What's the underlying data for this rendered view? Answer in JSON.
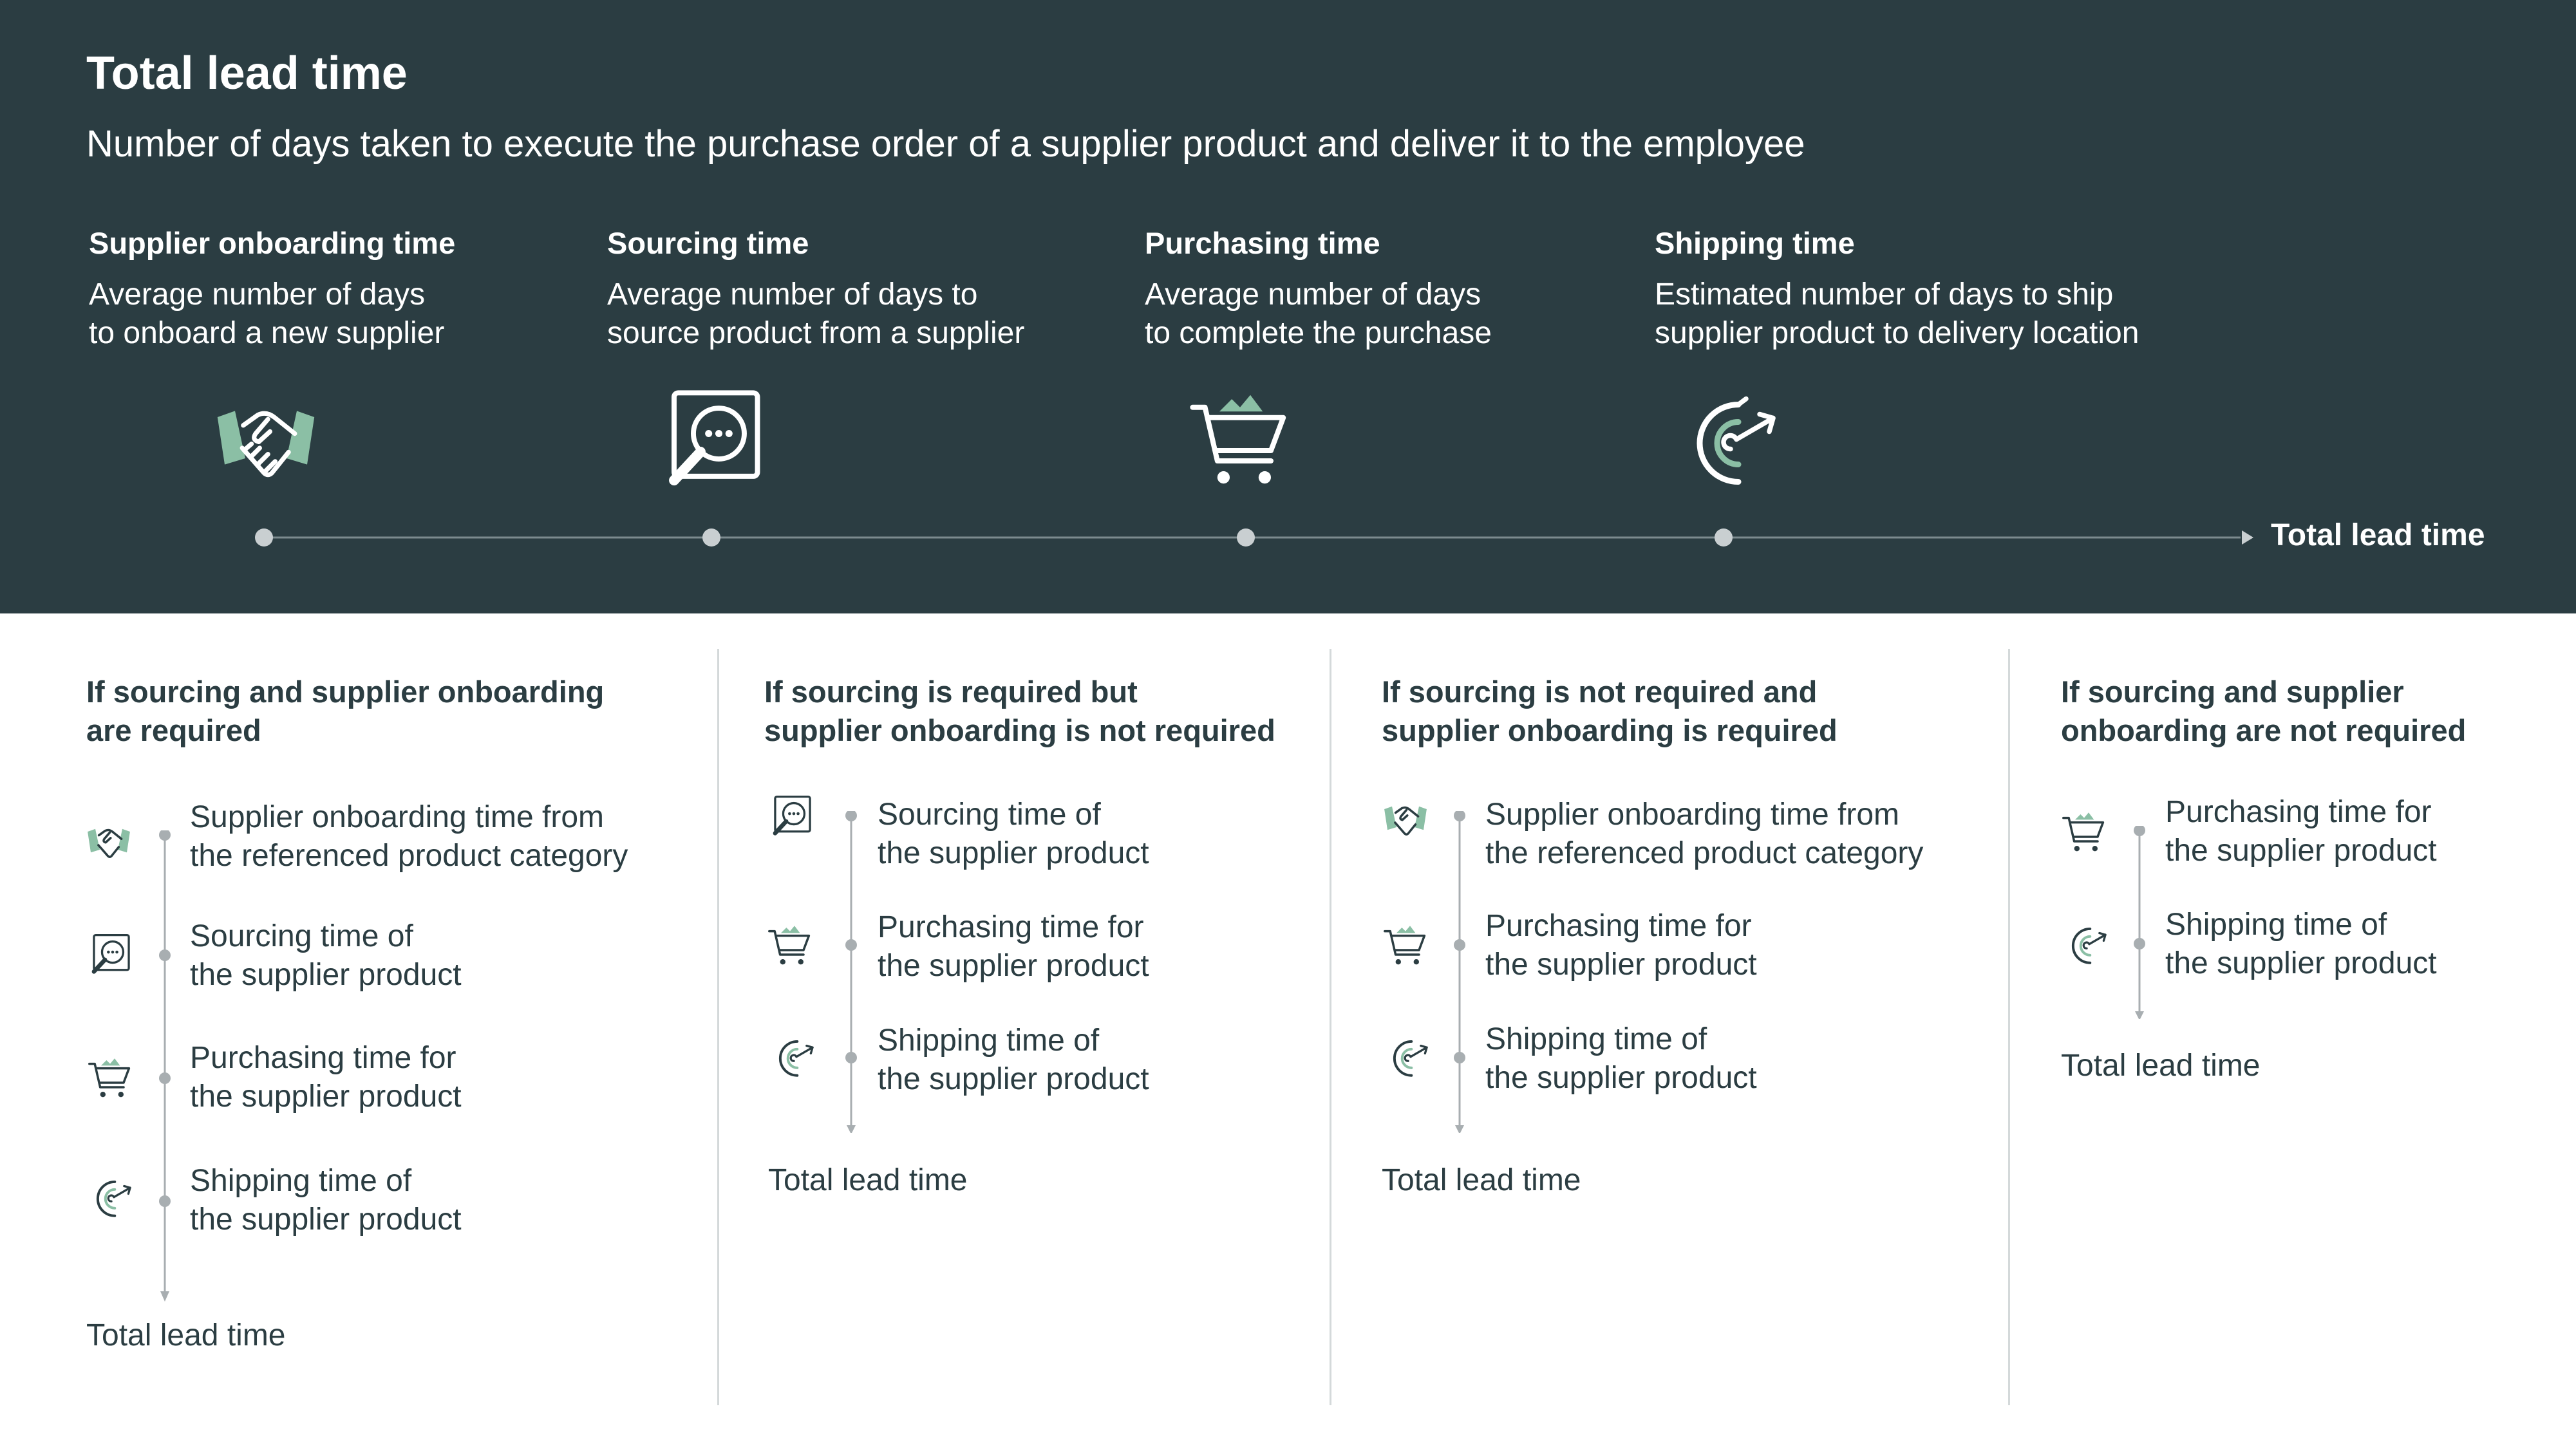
{
  "header": {
    "title": "Total lead time",
    "subtitle": "Number of days taken to execute the purchase order of a supplier product and deliver it to the employee",
    "stages": [
      {
        "title": "Supplier onboarding time",
        "desc": "Average number of days\nto onboard a new supplier",
        "icon": "handshake-icon"
      },
      {
        "title": "Sourcing time",
        "desc": "Average number of days to\nsource product from a supplier",
        "icon": "search-icon"
      },
      {
        "title": "Purchasing time",
        "desc": "Average number of days\nto complete the purchase",
        "icon": "cart-icon"
      },
      {
        "title": "Shipping time",
        "desc": "Estimated number of days to ship\nsupplier product to delivery location",
        "icon": "shipping-icon"
      }
    ],
    "timeline_end_label": "Total lead time"
  },
  "scenarios": [
    {
      "title": "If sourcing and supplier onboarding\nare required",
      "steps": [
        {
          "icon": "handshake-icon",
          "text": "Supplier onboarding time from\nthe referenced product category"
        },
        {
          "icon": "search-icon",
          "text": "Sourcing time of\nthe supplier product"
        },
        {
          "icon": "cart-icon",
          "text": "Purchasing time for\nthe supplier product"
        },
        {
          "icon": "shipping-icon",
          "text": "Shipping time of\nthe supplier product"
        }
      ],
      "total": "Total lead time"
    },
    {
      "title": "If sourcing is required but\nsupplier onboarding is not required",
      "steps": [
        {
          "icon": "search-icon",
          "text": "Sourcing time of\nthe supplier product"
        },
        {
          "icon": "cart-icon",
          "text": "Purchasing time for\nthe supplier product"
        },
        {
          "icon": "shipping-icon",
          "text": "Shipping time of\nthe supplier product"
        }
      ],
      "total": "Total lead time"
    },
    {
      "title": "If sourcing is not required and\nsupplier onboarding is required",
      "steps": [
        {
          "icon": "handshake-icon",
          "text": "Supplier onboarding time from\nthe referenced product category"
        },
        {
          "icon": "cart-icon",
          "text": "Purchasing time for\nthe supplier product"
        },
        {
          "icon": "shipping-icon",
          "text": "Shipping time of\nthe supplier product"
        }
      ],
      "total": "Total lead time"
    },
    {
      "title": "If sourcing and supplier\nonboarding are not required",
      "steps": [
        {
          "icon": "cart-icon",
          "text": "Purchasing time for\nthe supplier product"
        },
        {
          "icon": "shipping-icon",
          "text": "Shipping time of\nthe supplier product"
        }
      ],
      "total": "Total lead time"
    }
  ],
  "colors": {
    "header_bg": "#2b3d42",
    "accent": "#8bbfa5",
    "text_dark": "#2b3d42",
    "timeline": "#7c8b8f",
    "dot": "#c9cfd1",
    "step_line": "#a8aeb1"
  }
}
